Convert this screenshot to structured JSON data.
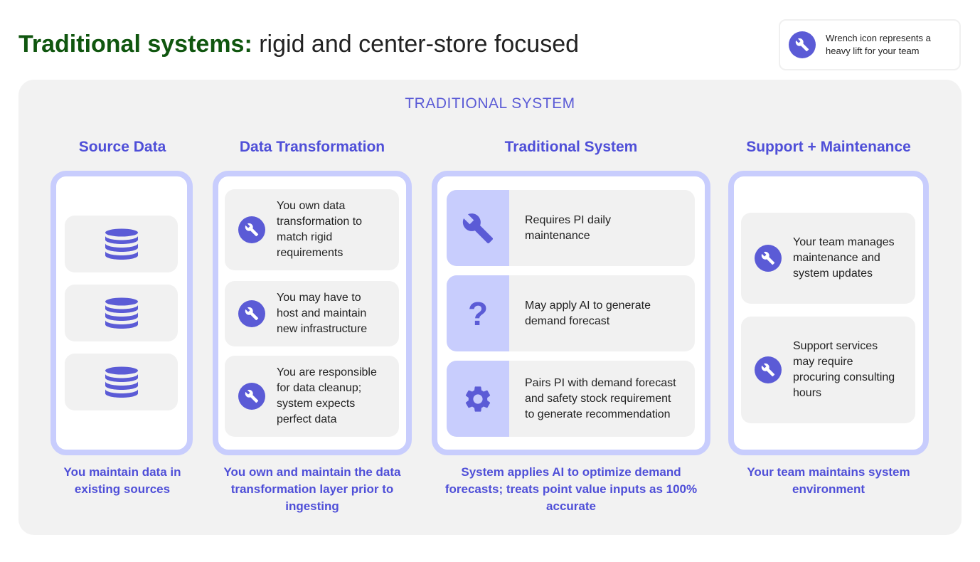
{
  "header": {
    "title_strong": "Traditional systems:",
    "title_rest": "rigid and center-store focused"
  },
  "legend": {
    "icon": "wrench-icon",
    "text": "Wrench icon represents a heavy lift for your team"
  },
  "panel": {
    "title": "TRADITIONAL SYSTEM"
  },
  "columns": [
    {
      "heading": "Source Data",
      "footer": "You maintain data in existing sources",
      "items": [
        {
          "icon": "database-icon"
        },
        {
          "icon": "database-icon"
        },
        {
          "icon": "database-icon"
        }
      ]
    },
    {
      "heading": "Data Transformation",
      "footer": "You own and maintain the data transformation layer prior to ingesting",
      "items": [
        {
          "icon": "wrench-icon",
          "text": "You own data transformation to match rigid requirements"
        },
        {
          "icon": "wrench-icon",
          "text": "You may have to host and maintain new infrastructure"
        },
        {
          "icon": "wrench-icon",
          "text": "You are responsible for data cleanup; system expects perfect data"
        }
      ]
    },
    {
      "heading": "Traditional System",
      "footer": "System applies AI to optimize demand forecasts; treats point value inputs as 100% accurate",
      "items": [
        {
          "icon": "wrench-icon",
          "text": "Requires PI daily maintenance"
        },
        {
          "icon": "question-mark-icon",
          "glyph": "?",
          "text": "May apply AI to generate demand forecast"
        },
        {
          "icon": "gear-icon",
          "text": "Pairs PI with demand forecast and safety stock requirement to generate recommendation"
        }
      ]
    },
    {
      "heading": "Support + Maintenance",
      "footer": "Your team maintains system environment",
      "items": [
        {
          "icon": "wrench-icon",
          "text": "Your team manages maintenance and system updates"
        },
        {
          "icon": "wrench-icon",
          "text": "Support services may require procuring consulting hours"
        }
      ]
    }
  ],
  "colors": {
    "title_green": "#10560f",
    "accent_purple": "#5b5bd6",
    "frame_lavender": "#c8cdfd",
    "panel_gray": "#f2f2f2",
    "card_gray": "#f1f1f1"
  }
}
